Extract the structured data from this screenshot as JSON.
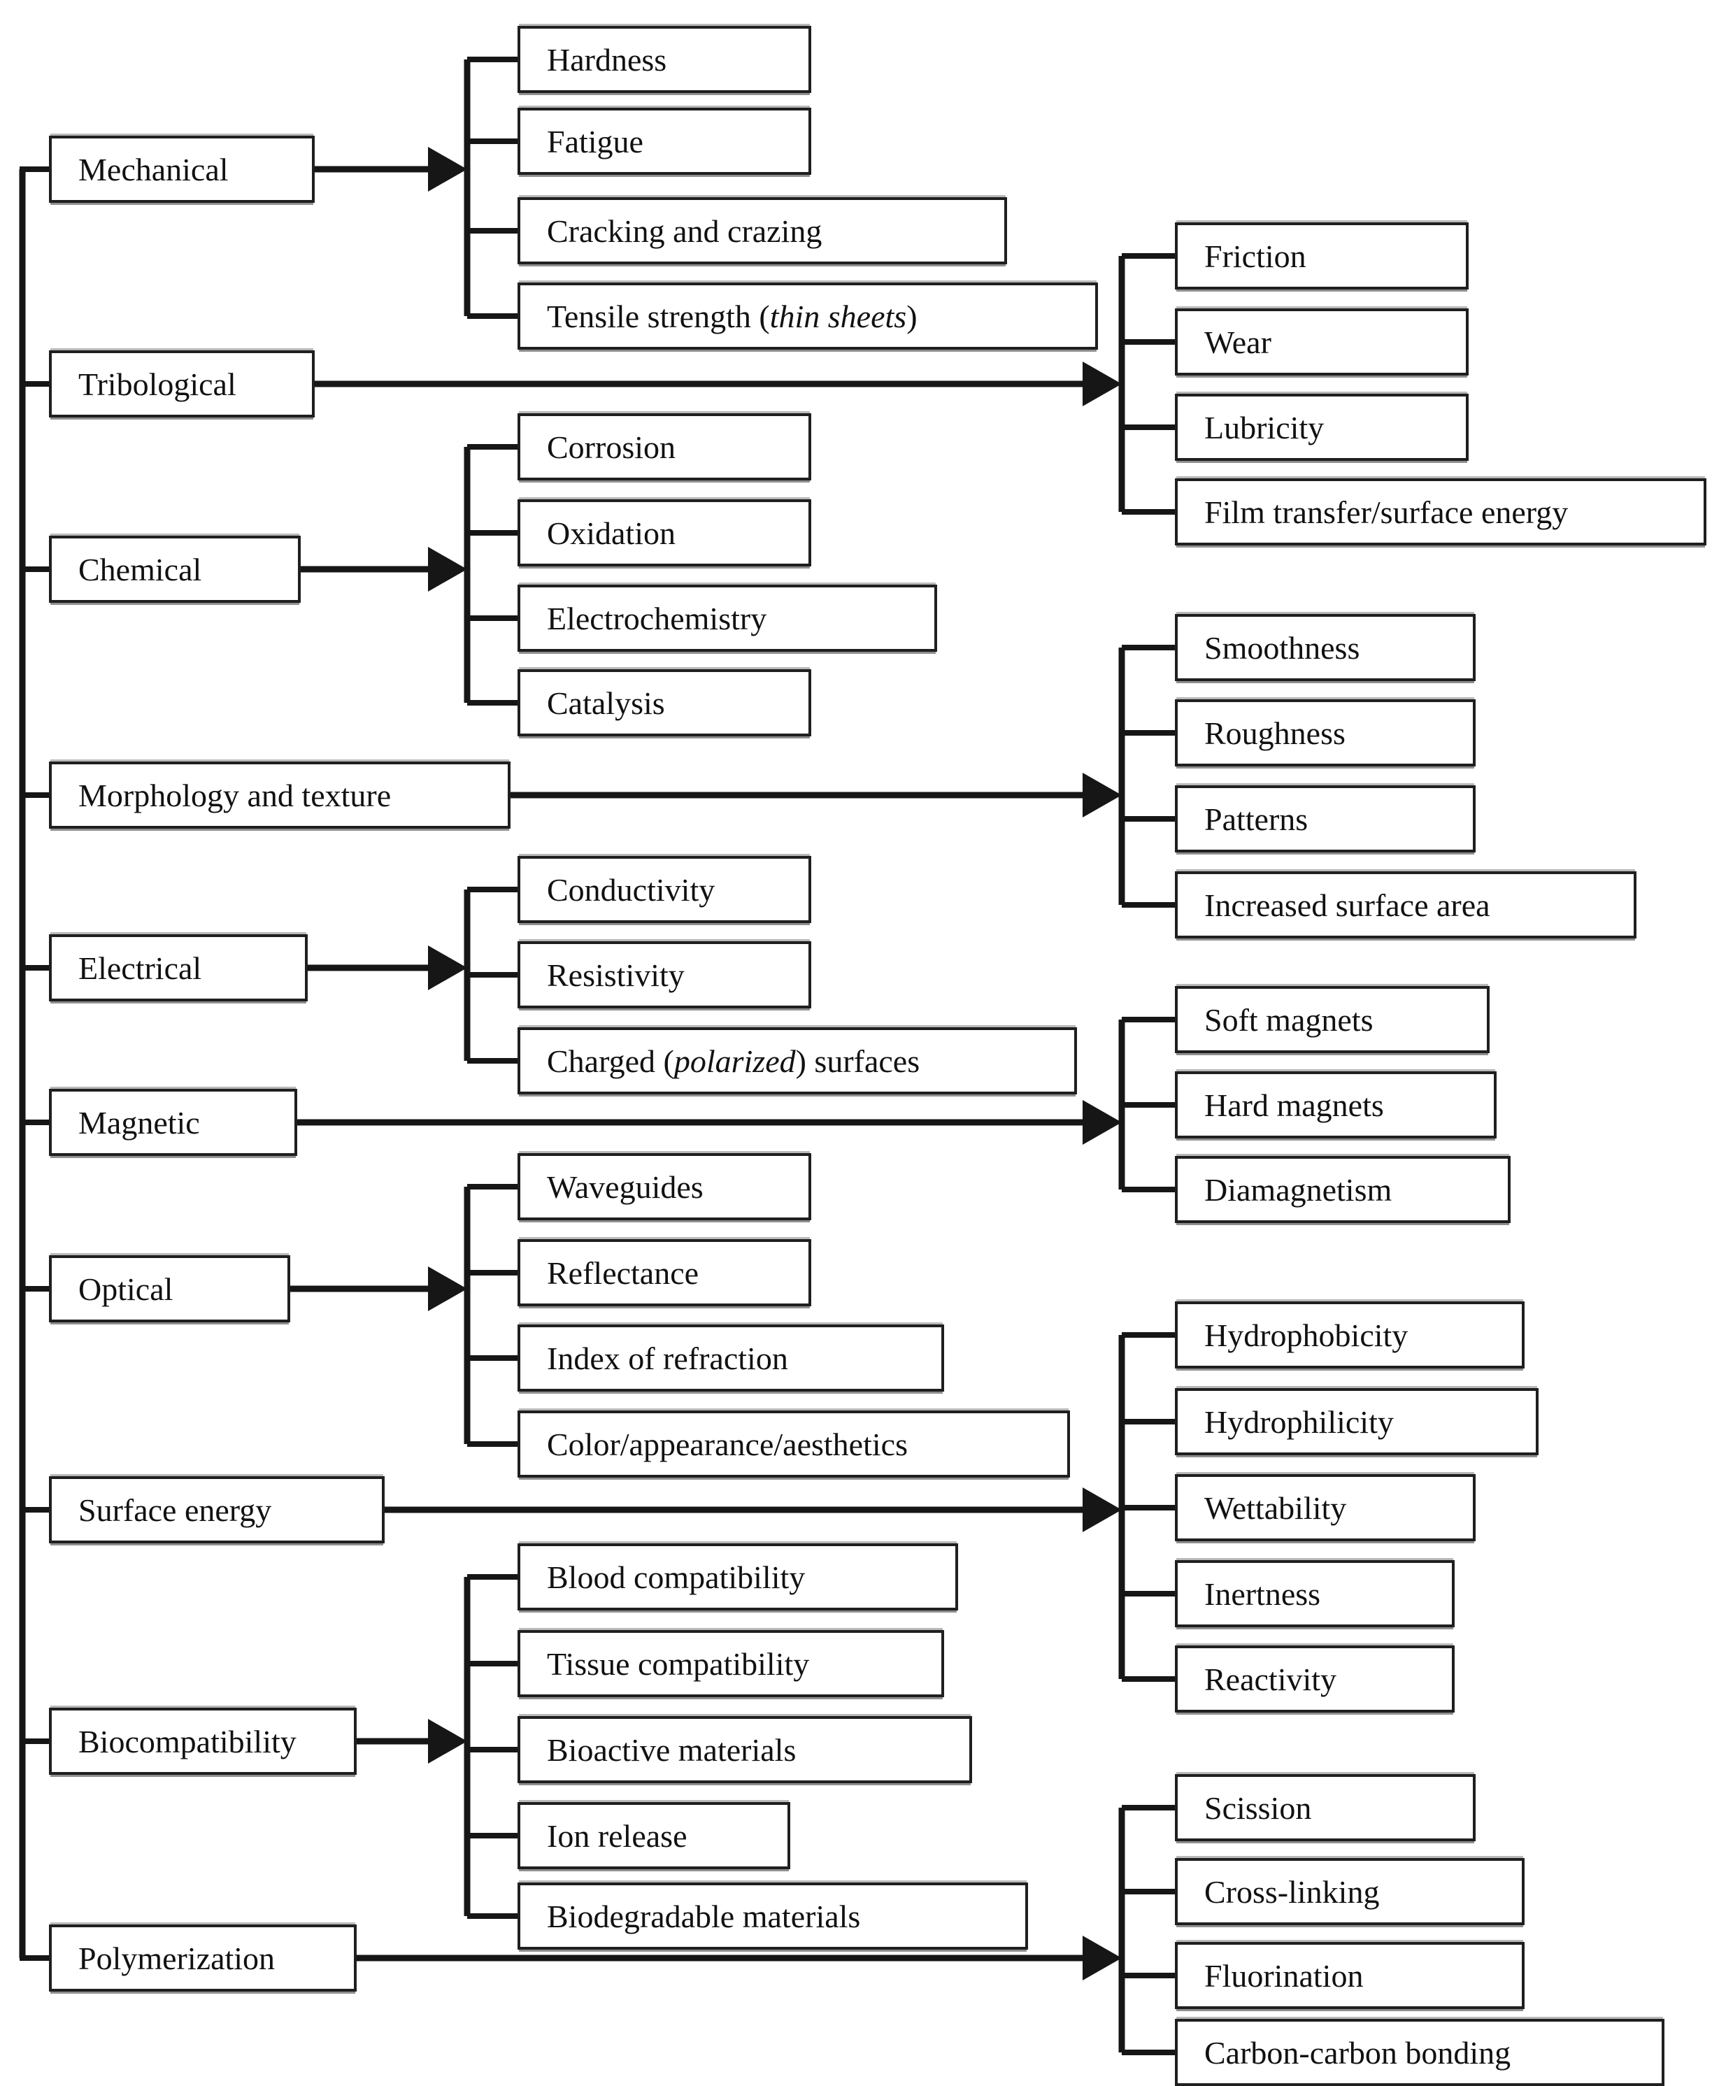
{
  "colors": {
    "background": "#ffffff",
    "box_fill": "#ffffff",
    "box_border": "#1f1f1f",
    "line": "#161616"
  },
  "groups": [
    {
      "label": "Mechanical",
      "connector": "short",
      "children": [
        {
          "label": "Hardness"
        },
        {
          "label": "Fatigue"
        },
        {
          "label": "Cracking and crazing"
        },
        {
          "pre": "Tensile strength (",
          "italic": "thin sheets",
          "post": ")"
        }
      ]
    },
    {
      "label": "Tribological",
      "connector": "long",
      "children": [
        {
          "label": "Friction"
        },
        {
          "label": "Wear"
        },
        {
          "label": "Lubricity"
        },
        {
          "label": "Film transfer/surface energy"
        }
      ]
    },
    {
      "label": "Chemical",
      "connector": "short",
      "children": [
        {
          "label": "Corrosion"
        },
        {
          "label": "Oxidation"
        },
        {
          "label": "Electrochemistry"
        },
        {
          "label": "Catalysis"
        }
      ]
    },
    {
      "label": "Morphology and texture",
      "connector": "long",
      "children": [
        {
          "label": "Smoothness"
        },
        {
          "label": "Roughness"
        },
        {
          "label": "Patterns"
        },
        {
          "label": "Increased surface area"
        }
      ]
    },
    {
      "label": "Electrical",
      "connector": "short",
      "children": [
        {
          "label": "Conductivity"
        },
        {
          "label": "Resistivity"
        },
        {
          "pre": "Charged (",
          "italic": "polarized",
          "post": ") surfaces"
        }
      ]
    },
    {
      "label": "Magnetic",
      "connector": "long",
      "children": [
        {
          "label": "Soft magnets"
        },
        {
          "label": "Hard magnets"
        },
        {
          "label": "Diamagnetism"
        }
      ]
    },
    {
      "label": "Optical",
      "connector": "short",
      "children": [
        {
          "label": "Waveguides"
        },
        {
          "label": "Reflectance"
        },
        {
          "label": "Index of refraction"
        },
        {
          "label": "Color/appearance/aesthetics"
        }
      ]
    },
    {
      "label": "Surface energy",
      "connector": "long",
      "children": [
        {
          "label": "Hydrophobicity"
        },
        {
          "label": "Hydrophilicity"
        },
        {
          "label": "Wettability"
        },
        {
          "label": "Inertness"
        },
        {
          "label": "Reactivity"
        }
      ]
    },
    {
      "label": "Biocompatibility",
      "connector": "short",
      "children": [
        {
          "label": "Blood compatibility"
        },
        {
          "label": "Tissue compatibility"
        },
        {
          "label": "Bioactive materials"
        },
        {
          "label": "Ion release"
        },
        {
          "label": "Biodegradable materials"
        }
      ]
    },
    {
      "label": "Polymerization",
      "connector": "long",
      "children": [
        {
          "label": "Scission"
        },
        {
          "label": "Cross-linking"
        },
        {
          "label": "Fluorination"
        },
        {
          "label": "Carbon-carbon bonding"
        }
      ]
    }
  ]
}
